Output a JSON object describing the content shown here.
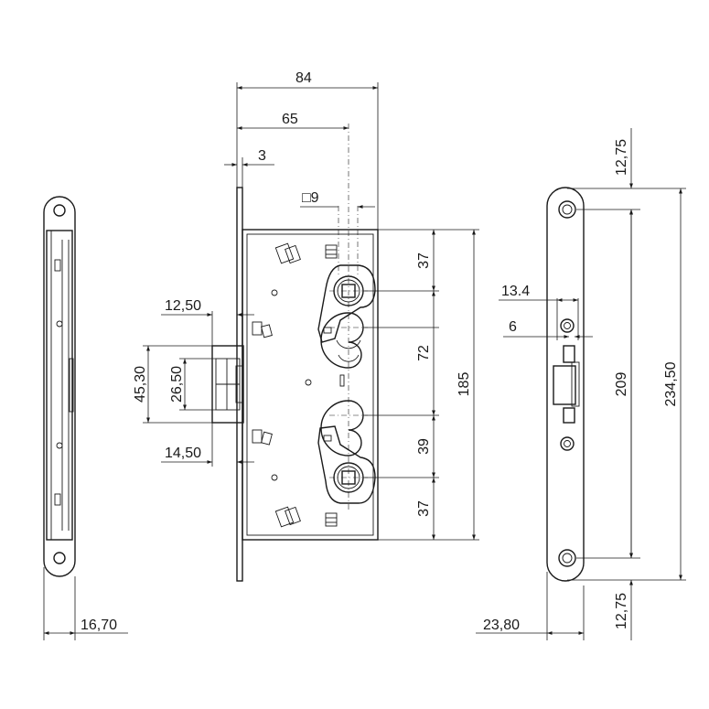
{
  "dimensions": {
    "overall_width": "84",
    "backset": "65",
    "faceplate_thickness": "3",
    "spindle_square": "□9",
    "left_faceplate_width": "16,70",
    "bolt_offset_top": "12,50",
    "bolt_offset_bottom": "14,50",
    "bolt_outer_height": "45,30",
    "bolt_inner_height": "26,50",
    "upper_to_cyl1": "37",
    "cyl_distance": "72",
    "cyl2_to_lower": "39",
    "lower_to_bottom": "37",
    "case_height": "185",
    "strike_bolt_width": "13.4",
    "strike_gap": "6",
    "strike_top_margin": "12,75",
    "strike_bottom_margin": "12,75",
    "strike_hole_pitch": "209",
    "strike_total_height": "234,50",
    "strike_depth": "23,80"
  },
  "colors": {
    "line": "#1a1a1a",
    "background": "#ffffff"
  }
}
